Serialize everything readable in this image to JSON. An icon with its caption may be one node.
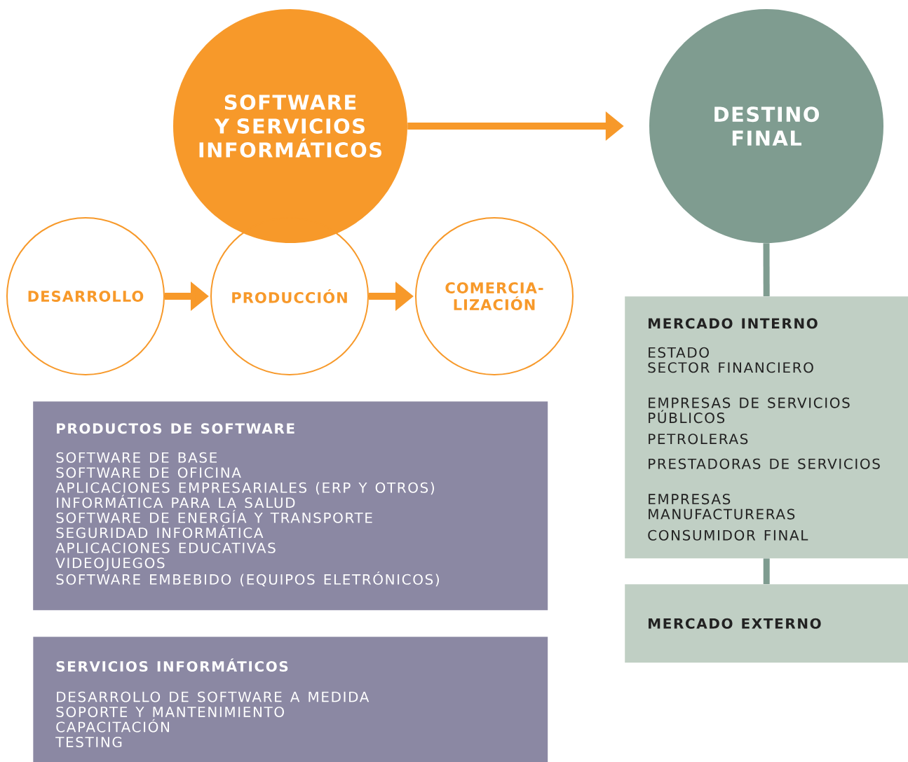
{
  "diagram": {
    "nodes": [
      {
        "text": [
          "SOFTWARE Y SERVICIOS INFORMÁTICOS"
        ]
      },
      {
        "text": [
          "DESTINO FINAL"
        ]
      },
      {
        "text": [
          "DESARROLLO"
        ]
      },
      {
        "text": [
          "PRODUCCIÓN"
        ]
      },
      {
        "text": [
          "COMERCIA- LIZACIÓN"
        ]
      },
      {
        "text": [
          "PRODUCTOS DE SOFTWARE",
          "SOFTWARE DE BASE",
          "SOFTWARE DE OFICINA",
          "APLICACIONES EMPRESARIALES (ERP Y OTROS)",
          "INFORMÁTICA PARA LA SALUD",
          "SOFTWARE DE ENERGÍA Y TRANSPORTE",
          "SEGURIDAD INFORMÁTICA",
          "APLICACIONES EDUCATIVAS",
          "VIDEOJUEGOS",
          "SOFTWARE EMBEBIDO (EQUIPOS ELETRÓNICOS)"
        ]
      },
      {
        "text": [
          "SERVICIOS INFORMÁTICOS",
          "DESARROLLO DE SOFTWARE A MEDIDA",
          "SOPORTE Y MANTENIMIENTO",
          "CAPACITACIÓN",
          "TESTING"
        ]
      },
      {
        "text": [
          "MERCADO INTERNO",
          "ESTADO",
          "SECTOR FINANCIERO",
          "EMPRESAS DE SERVICIOS PÚBLICOS",
          "PETROLERAS",
          "PRESTADORAS DE SERVICIOS",
          "EMPRESAS MANUFACTURERAS",
          "CONSUMIDOR FINAL"
        ]
      },
      {
        "text": [
          "MERCADO EXTERNO"
        ]
      }
    ],
    "edges": [
      {
        "from": 0,
        "to": 1,
        "arrow": "to"
      },
      {
        "from": 2,
        "to": 3,
        "arrow": "to"
      },
      {
        "from": 3,
        "to": 4,
        "arrow": "to"
      },
      {
        "from": 1,
        "to": 7,
        "arrow": "none",
        "color": "#7f9c90"
      },
      {
        "from": 7,
        "to": 8,
        "arrow": "none",
        "color": "#7f9c90"
      }
    ]
  }
}
